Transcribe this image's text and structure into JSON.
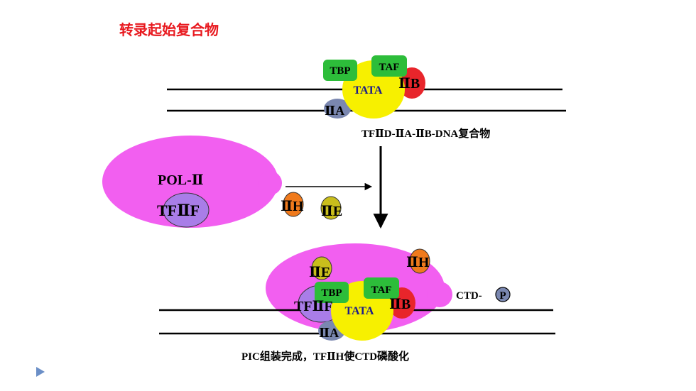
{
  "title": "转录起始复合物",
  "colors": {
    "title": "#e8191f",
    "tata": "#f7f000",
    "tbp_taf": "#2dbd3a",
    "tf2b": "#e8252b",
    "tf2a": "#7a87b0",
    "pol": "#f25ff0",
    "tf2f": "#a97de8",
    "tf2h": "#f07a1c",
    "tf2e": "#c9be1c",
    "nav": "#6b8fc7"
  },
  "top_complex": {
    "tbp": "TBP",
    "taf": "TAF",
    "tata": "TATA",
    "tf2b": "ⅡB",
    "tf2a": "ⅡA",
    "caption_latin": "TFⅡD-ⅡA-ⅡB-DNA",
    "caption_cjk": "复合物"
  },
  "polymerase": {
    "pol": "POL-Ⅱ",
    "tf2f": "TFⅡF"
  },
  "free_factors": {
    "tf2h": "ⅡH",
    "tf2e": "ⅡE"
  },
  "bottom_complex": {
    "tf2e": "ⅡE",
    "tf2h": "ⅡH",
    "tbp": "TBP",
    "taf": "TAF",
    "tata": "TATA",
    "tf2b": "ⅡB",
    "tf2a": "ⅡA",
    "tf2f": "TFⅡF",
    "ctd": "CTD-",
    "p": "P",
    "caption_latin1": "PIC",
    "caption_cjk1": "组装完成，",
    "caption_latin2": "TFⅡH",
    "caption_cjk2": "使",
    "caption_latin3": "CTD",
    "caption_cjk3": "磷酸化"
  }
}
